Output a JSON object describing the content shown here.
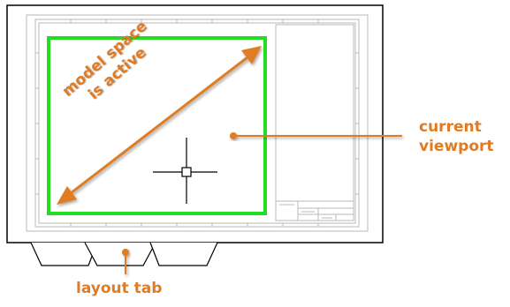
{
  "colors": {
    "accent": "#e07b24",
    "viewport_border": "#22dd22",
    "frame": "#000000",
    "drawing_lines": "#b8b8b8"
  },
  "labels": {
    "model_space_line1": "model space",
    "model_space_line2": "is active",
    "current_line1": "current",
    "current_line2": "viewport",
    "layout_tab": "layout tab"
  },
  "icons": {
    "cursor": "crosshair-icon",
    "arrow": "double-arrow-icon"
  }
}
